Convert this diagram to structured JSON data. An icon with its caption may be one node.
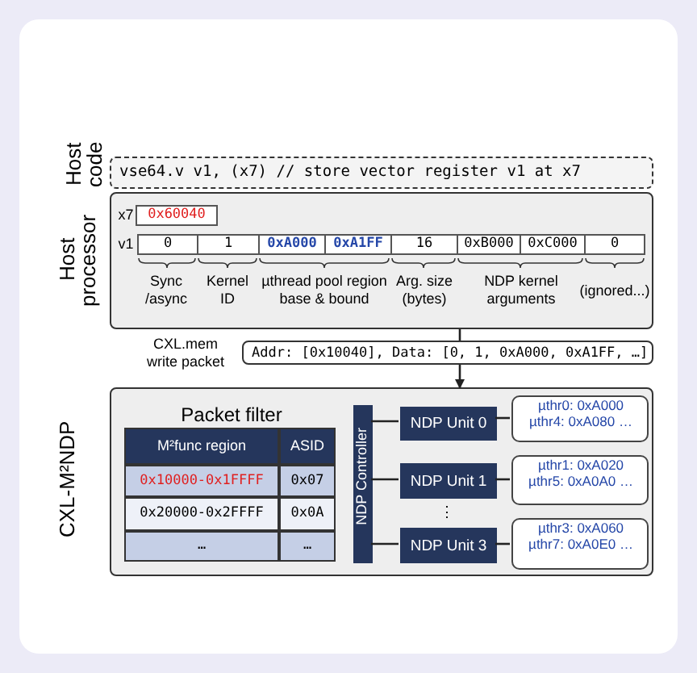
{
  "diagram": {
    "nodes": [
      {
        "text": [
          "Host code",
          "vse64.v v1, (x7) // store vector register v1 at x7"
        ]
      },
      {
        "text": [
          "Host processor"
        ]
      },
      {
        "text": [
          "Addr: [0x10040], Data: [0, 1, 0xA000, 0xA1FF, …]"
        ]
      },
      {
        "text": [
          "CXL-M²NDP"
        ]
      },
      {
        "text": [
          "Packet filter"
        ],
        "in": 3
      },
      {
        "text": [
          "NDP Controller"
        ],
        "in": 3
      },
      {
        "text": [
          "NDP Unit 0"
        ],
        "in": 3
      },
      {
        "text": [
          "NDP Unit 1"
        ],
        "in": 3
      },
      {
        "text": [
          "NDP Unit 3"
        ],
        "in": 3
      },
      {
        "text": [
          "µthr0: 0xA000 µthr4: 0xA080 …"
        ],
        "in": 3
      },
      {
        "text": [
          "µthr1: 0xA020 µthr5: 0xA0A0 …"
        ],
        "in": 3
      },
      {
        "text": [
          "µthr3: 0xA060 µthr7: 0xA0E0 …"
        ],
        "in": 3
      }
    ],
    "edges": [
      {
        "from": 1,
        "to": 2,
        "arrow": "none"
      },
      {
        "from": 2,
        "to": 3,
        "arrow": "to"
      },
      {
        "from": 5,
        "to": 6,
        "arrow": "none"
      },
      {
        "from": 5,
        "to": 7,
        "arrow": "none"
      },
      {
        "from": 5,
        "to": 8,
        "arrow": "none"
      },
      {
        "from": 6,
        "to": 9,
        "arrow": "none"
      },
      {
        "from": 7,
        "to": 10,
        "arrow": "none"
      },
      {
        "from": 8,
        "to": 11,
        "arrow": "none"
      }
    ],
    "labels": [
      "x7",
      "0x60040",
      "v1",
      "0",
      "1",
      "0xA000",
      "0xA1FF",
      "16",
      "0xB000",
      "0xC000",
      "0",
      "Sync /async",
      "Kernel ID",
      "µthread pool region base & bound",
      "Arg. size (bytes)",
      "NDP kernel arguments",
      "(ignored...)",
      "M²func region",
      "ASID",
      "0x10000-0x1FFFF",
      "0x07",
      "0x20000-0x2FFFF",
      "0x0A",
      "…",
      "…",
      "⋮",
      "CXL.mem write packet"
    ]
  }
}
